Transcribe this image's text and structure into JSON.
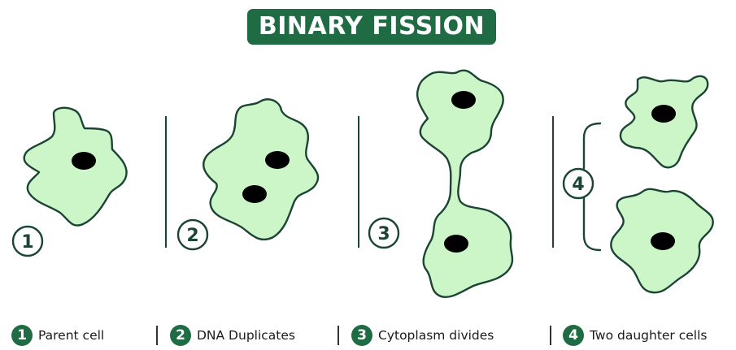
{
  "title": "BINARY FISSION",
  "colors": {
    "cell_fill": "#ccf5c8",
    "outline": "#1b4434",
    "accent": "#1f6b43",
    "nucleus": "#000000"
  },
  "stages": [
    {
      "number": "1",
      "label": "Parent cell"
    },
    {
      "number": "2",
      "label": "DNA Duplicates"
    },
    {
      "number": "3",
      "label": "Cytoplasm divides"
    },
    {
      "number": "4",
      "label": "Two daughter cells"
    }
  ]
}
